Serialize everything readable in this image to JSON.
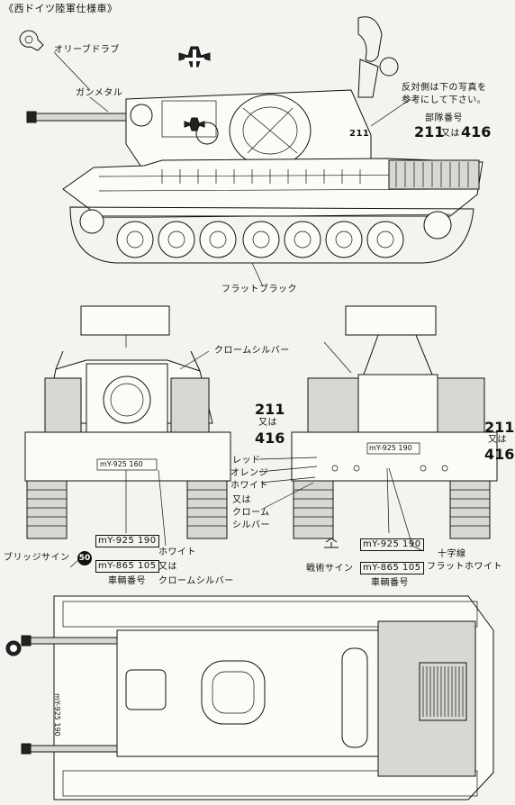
{
  "header": {
    "title": "《西ドイツ陸軍仕様車》"
  },
  "labels": {
    "olive_drab": "オリーブドラブ",
    "gunmetal": "ガンメタル",
    "reference_note_1": "反対側は下の写真を",
    "reference_note_2": "参考にして下さい。",
    "unit_number_title": "部隊番号",
    "unit_number_a": "211",
    "unit_or": "又は",
    "unit_number_b": "416",
    "hull_number_small": "211",
    "flat_black": "フラットブラック",
    "chrome_silver": "クロームシルバー",
    "front_211": "211",
    "front_or": "又は",
    "front_416": "416",
    "rear_211": "211",
    "rear_or": "又は",
    "rear_416": "416",
    "plate_top_front": "mY-925 160",
    "plate_top_rear": "mY-925 190",
    "red": "レッド",
    "orange": "オレンジ",
    "white": "ホワイト",
    "or_1": "又は",
    "chrome": "クローム",
    "silver": "シルバー",
    "plate_a_front": "mY-925 190",
    "plate_b_front": "mY-865 105",
    "white_2": "ホワイト",
    "or_2": "又は",
    "chrome_silver_2": "クロームシルバー",
    "vehicle_number_front": "車輌番号",
    "bridge_sign": "ブリッジサイン",
    "bridge_sign_num": "50",
    "tactical_sign": "戦術サイン",
    "plate_a_rear": "mY-925 190",
    "plate_b_rear": "mY-865 105",
    "vehicle_number_rear": "車輌番号",
    "cross_line": "十字線",
    "flat_white": "フラットホワイト",
    "plan_plate": "mY-925 190"
  }
}
